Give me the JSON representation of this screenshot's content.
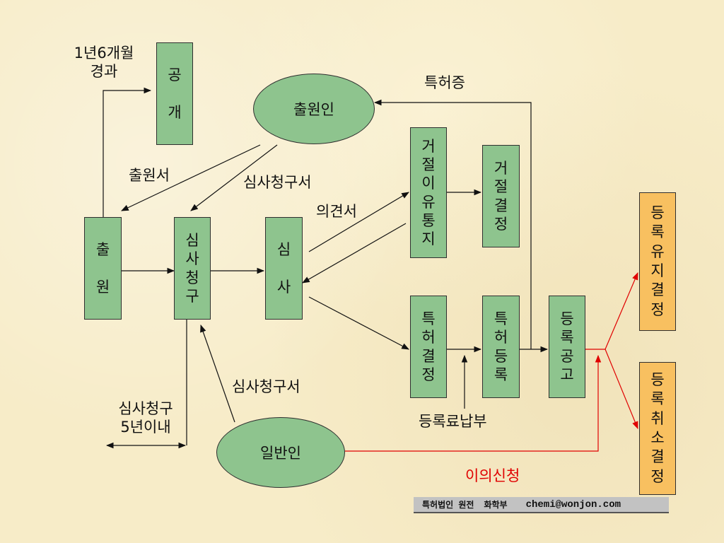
{
  "nodes": {
    "gonggae": "공 개",
    "chulwonin": "출원인",
    "chulwon": "출 원",
    "simsa_cheonggu": "심사청구",
    "simsa": "심 사",
    "geojeol_iyu_tongji": "거절이유통지",
    "geojeol_gyeoljeong": "거절결정",
    "teukheo_gyeoljeong": "특허결정",
    "teukheo_deungrok": "특허등록",
    "deungrok_gonggo": "등록공고",
    "deungrok_yuji": "등록유지결정",
    "deungrok_chwiso": "등록취소결정",
    "ilbanin": "일반인"
  },
  "labels": {
    "period_1y6m": "1년6개월",
    "elapsed": "경과",
    "teukheojeung": "특허증",
    "chulwonseo": "출원서",
    "simsa_cheongguseo_top": "심사청구서",
    "uigyeonseo": "의견서",
    "simsa_cheongguseo_bottom": "심사청구서",
    "simsa_cheonggu_period": "심사청구",
    "within_5_years": "5년이내",
    "registration_fee": "등록료납부",
    "objection": "이의신청"
  },
  "footer": {
    "firm": "특허법인 원전",
    "department": "화학부",
    "email": "chemi@wonjon.com"
  },
  "colors": {
    "green_box": "#8ec48e",
    "orange_box": "#f8c060",
    "background": "#f7ecc8",
    "objection_line": "#e00000"
  }
}
